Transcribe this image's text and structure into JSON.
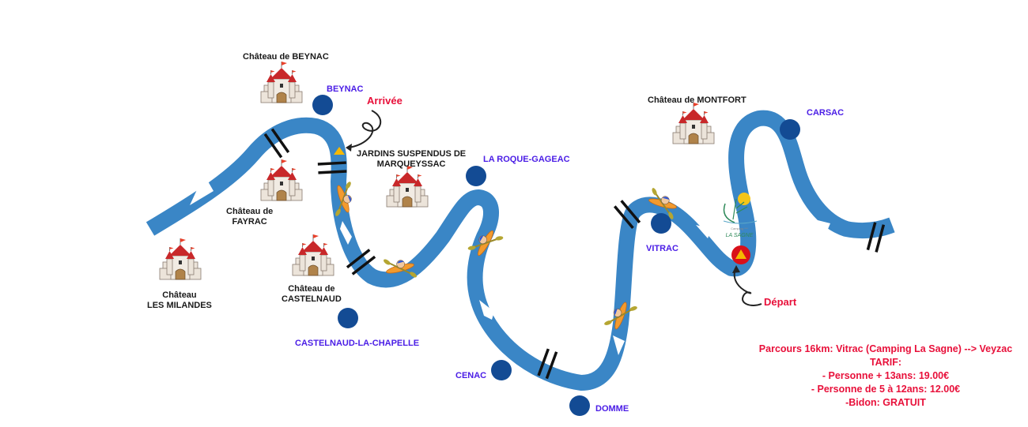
{
  "map": {
    "title": "Parcours canoë Dordogne",
    "colors": {
      "river": "#3a86c6",
      "town_dot": "#134b94",
      "town_label": "#4b1ee6",
      "castle_label": "#1a1a1a",
      "highlight": "#e8103a",
      "start_marker": "#d9101a",
      "triangle": "#f5b800",
      "logo_green": "#2f8a5a"
    },
    "castles": [
      {
        "id": "beynac",
        "label": "Château de BEYNAC"
      },
      {
        "id": "fayrac",
        "label_line1": "Château de",
        "label_line2": "FAYRAC"
      },
      {
        "id": "milandes",
        "label_line1": "Château",
        "label_line2": "LES MILANDES"
      },
      {
        "id": "castelnaud",
        "label_line1": "Château de",
        "label_line2": "CASTELNAUD"
      },
      {
        "id": "marqueyssac",
        "label_line1": "JARDINS SUSPENDUS DE",
        "label_line2": "MARQUEYSSAC"
      },
      {
        "id": "montfort",
        "label": "Château de MONTFORT"
      }
    ],
    "towns": [
      {
        "id": "beynac",
        "label": "BEYNAC"
      },
      {
        "id": "castelnaud",
        "label": "CASTELNAUD-LA-CHAPELLE"
      },
      {
        "id": "roque",
        "label": "LA ROQUE-GAGEAC"
      },
      {
        "id": "cenac",
        "label": "CENAC"
      },
      {
        "id": "domme",
        "label": "DOMME"
      },
      {
        "id": "vitrac",
        "label": "VITRAC"
      },
      {
        "id": "carsac",
        "label": "CARSAC"
      }
    ],
    "markers": {
      "arrival": "Arrivée",
      "departure": "Départ",
      "camping_logo_line1": "Camping ***",
      "camping_logo_line2": "LA SAGNE"
    },
    "icons": [
      "castle-icon",
      "kayak-icon",
      "bridge-icon",
      "town-dot-icon",
      "camping-marker-icon",
      "arrow-icon"
    ]
  },
  "info": {
    "route": "Parcours 16km: Vitrac (Camping La Sagne) --> Veyzac",
    "tarif_title": "TARIF:",
    "tarifs": [
      "- Personne + 13ans: 19.00€",
      "- Personne de 5 à 12ans: 12.00€",
      "-Bidon: GRATUIT"
    ]
  }
}
